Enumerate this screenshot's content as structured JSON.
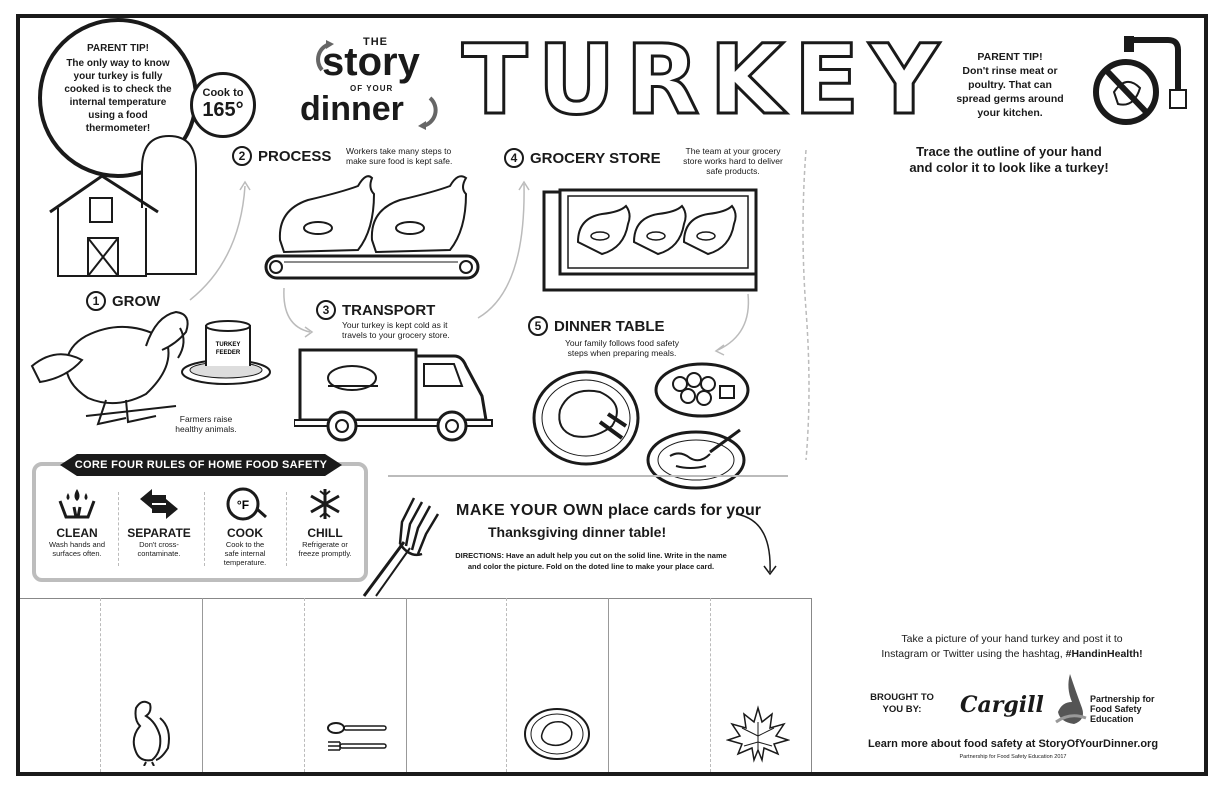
{
  "parent_tip_left": {
    "heading": "PARENT TIP!",
    "lines": [
      "The only way to know",
      "your turkey is fully",
      "cooked is to check the",
      "internal temperature",
      "using a food",
      "thermometer!"
    ]
  },
  "cook_badge": {
    "label": "Cook to",
    "value": "165°"
  },
  "logo": {
    "the": "THE",
    "story": "story",
    "of_your": "OF YOUR",
    "dinner": "dinner"
  },
  "title_word": "TURKEY",
  "parent_tip_right": {
    "heading": "PARENT TIP!",
    "lines": [
      "Don't rinse meat or",
      "poultry. That can",
      "spread germs around",
      "your kitchen."
    ]
  },
  "trace": {
    "line1": "Trace the outline of your hand",
    "line2": "and color it to look like a turkey!"
  },
  "steps": {
    "grow": {
      "num": "1",
      "title": "GROW",
      "desc1": "Farmers raise",
      "desc2": "healthy animals.",
      "feeder1": "TURKEY",
      "feeder2": "FEEDER"
    },
    "process": {
      "num": "2",
      "title": "PROCESS",
      "desc1": "Workers take many steps to",
      "desc2": "make sure food is kept safe."
    },
    "transport": {
      "num": "3",
      "title": "TRANSPORT",
      "desc1": "Your turkey is kept cold as it",
      "desc2": "travels to your grocery store."
    },
    "grocery": {
      "num": "4",
      "title": "GROCERY STORE",
      "desc1": "The team at your grocery",
      "desc2": "store works hard to deliver",
      "desc3": "safe products."
    },
    "dinner": {
      "num": "5",
      "title": "DINNER TABLE",
      "desc1": "Your family follows food safety",
      "desc2": "steps when preparing meals."
    }
  },
  "core_four": {
    "title": "CORE FOUR RULES OF HOME FOOD SAFETY",
    "rules": [
      {
        "name": "CLEAN",
        "d1": "Wash hands and",
        "d2": "surfaces often.",
        "d3": ""
      },
      {
        "name": "SEPARATE",
        "d1": "Don't cross-",
        "d2": "contaminate.",
        "d3": ""
      },
      {
        "name": "COOK",
        "d1": "Cook to the",
        "d2": "safe internal",
        "d3": "temperature."
      },
      {
        "name": "CHILL",
        "d1": "Refrigerate or",
        "d2": "freeze promptly.",
        "d3": ""
      }
    ],
    "thermo_symbol": "°F"
  },
  "place_cards": {
    "heading_a": "MAKE YOUR OWN",
    "heading_b": "place cards for your",
    "heading_c": "Thanksgiving dinner table!",
    "directions1": "DIRECTIONS: Have an adult help you cut on the solid line. Write in the name",
    "directions2": "and color the picture. Fold on the doted line to make your place card."
  },
  "social": {
    "line1": "Take a picture of your hand turkey and post it to",
    "line2": "Instagram or Twitter using the hashtag,",
    "hashtag": "#HandinHealth!"
  },
  "sponsors": {
    "brought1": "BROUGHT TO",
    "brought2": "YOU BY:",
    "cargill": "Cargill",
    "pfse1": "Partnership for",
    "pfse2": "Food Safety",
    "pfse3": "Education"
  },
  "footer": {
    "learn": "Learn more about food safety at StoryOfYourDinner.org",
    "copyright": "Partnership for Food Safety Education 2017"
  }
}
